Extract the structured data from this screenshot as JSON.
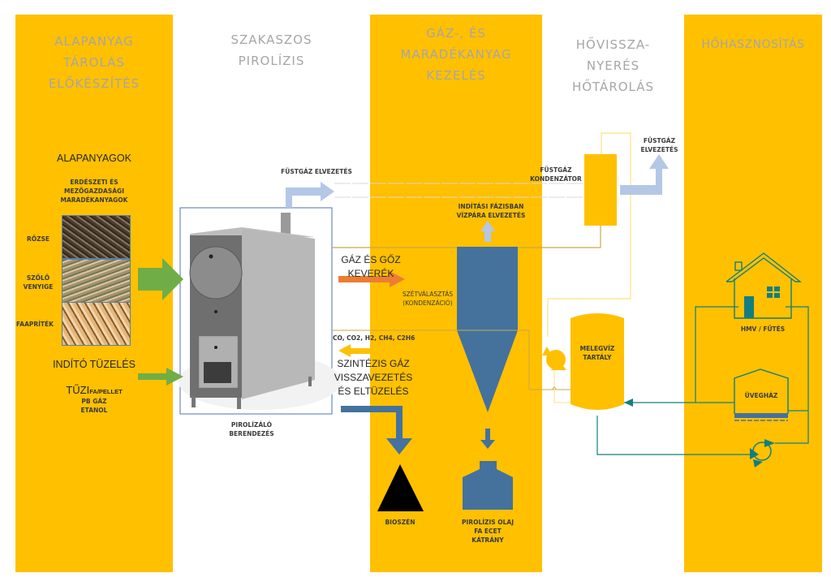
{
  "columns": [
    {
      "id": "storage",
      "title": "ALAPANYAG\nTÁROLÁS\nELŐKÉSZÍTÉS",
      "highlighted": true
    },
    {
      "id": "pyrolysis",
      "title": "SZAKASZOS\nPIROLÍZIS",
      "highlighted": false
    },
    {
      "id": "gas_residue",
      "title": "GÁZ-, ÉS\nMARADÉKANYAG\nKEZELÉS",
      "highlighted": true
    },
    {
      "id": "heat_recovery",
      "title": "HŐVISSZA-\nNYERÉS\nHŐTÁROLÁS",
      "highlighted": false
    },
    {
      "id": "heat_use",
      "title": "HŐHASZNOSÍTÁS",
      "highlighted": true
    }
  ],
  "feedstock": {
    "heading": "ALAPANYAGOK",
    "subheading": "ERDÉSZETI ÉS\nMEZŐGAZDASÁGI\nMARADÉKANYAGOK",
    "items": [
      {
        "label": "RŐZSE",
        "image": "brushwood-photo"
      },
      {
        "label": "SZŐLŐ\nVENYIGE",
        "image": "vine-cuttings-photo"
      },
      {
        "label": "FAAPRÍTÉK",
        "image": "wood-chips-photo"
      }
    ]
  },
  "startup_fuel": {
    "heading": "INDÍTÓ TÜZELÉS",
    "line1_big": "TŰZI",
    "line1_small": "FA/PELLET",
    "line2": "PB GÁZ",
    "line3": "ETANOL"
  },
  "pyrolyzer": {
    "label": "PIROLÍZÁLÓ\nBERENDEZÉS"
  },
  "flows": {
    "flue_gas_outlet_1": "FÜSTGÁZ ELVEZETÉS",
    "startup_vapor": "INDÍTÁSI FÁZISBAN\nVÍZPÁRA ELVEZETÉS",
    "gas_vapor_mix": "GÁZ ÉS GŐZ\nKEVERÉK",
    "separation": "SZÉTVÁLASZTÁS\n(KONDENZÁCIÓ)",
    "syngas_components": "CO, CO2, H2, CH4, C2H6",
    "syngas_return": "SZINTÉZIS GÁZ\nVISSZAVEZETÉS\nÉS ELTÜZELÉS",
    "flue_condenser": "FÜSTGÁZ\nKONDENZÁTOR",
    "flue_gas_outlet_2": "FÜSTGÁZ\nELVEZETÉS"
  },
  "products": {
    "biochar": "BIOSZÉN",
    "liquids": "PIROLÍZIS OLAJ\nFA ECET\nKÁTRÁNY"
  },
  "storage_tank": {
    "label": "MELEGVÍZ\nTARTÁLY"
  },
  "consumers": {
    "house": "HMV / FŰTÉS",
    "greenhouse": "ÜVEGHÁZ"
  },
  "colors": {
    "column_yellow": "#ffc000",
    "title_gray": "#a6a6a6",
    "feed_arrow_green": "#70ad47",
    "flue_arrow_lightblue": "#b4c7e7",
    "mix_arrow_orange": "#ed7d31",
    "separator_blue": "#44729d",
    "circuit_teal": "#127f7f",
    "pipe_lightyellow": "#ffe699",
    "pipe_darkyellow": "#c9a94a"
  }
}
